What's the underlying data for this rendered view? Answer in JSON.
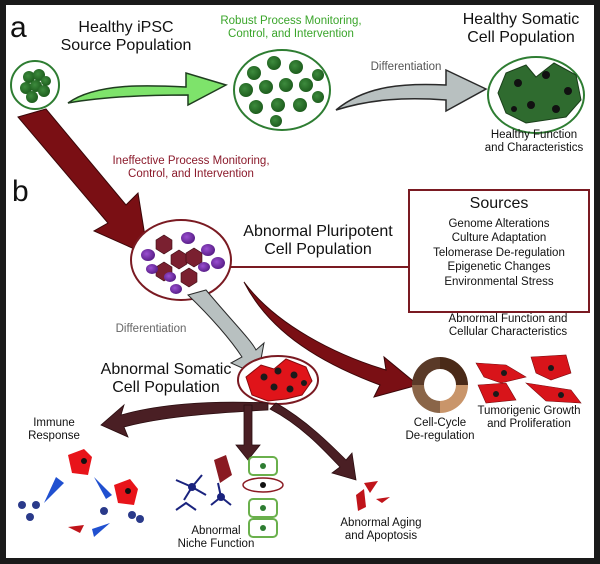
{
  "panels": {
    "a": "a",
    "b": "b"
  },
  "panel_a": {
    "source_title": [
      "Healthy iPSC",
      "Source Population"
    ],
    "robust_label": [
      "Robust Process Monitoring,",
      "Control, and Intervention"
    ],
    "differentiation_label": "Differentiation",
    "healthy_somatic_title": [
      "Healthy Somatic",
      "Cell Population"
    ],
    "healthy_function": [
      "Healthy Function",
      "and Characteristics"
    ]
  },
  "panel_b": {
    "ineffective_label": [
      "Ineffective Process Monitoring,",
      "Control, and Intervention"
    ],
    "abnormal_pluripotent_title": [
      "Abnormal Pluripotent",
      "Cell Population"
    ],
    "sources": {
      "title": "Sources",
      "items": [
        "Genome Alterations",
        "Culture Adaptation",
        "Telomerase De-regulation",
        "Epigenetic Changes",
        "Environmental Stress"
      ]
    },
    "differentiation_label": "Differentiation",
    "abnormal_function": [
      "Abnormal Function and",
      "Cellular Characteristics"
    ],
    "abnormal_somatic_title": [
      "Abnormal Somatic",
      "Cell Population"
    ],
    "outcomes": {
      "immune": [
        "Immune",
        "Response"
      ],
      "niche": [
        "Abnormal",
        "Niche Function"
      ],
      "aging": [
        "Abnormal Aging",
        "and Apoptosis"
      ],
      "cell_cycle": [
        "Cell-Cycle",
        "De-regulation"
      ],
      "tumorigenic": [
        "Tumorigenic Growth",
        "and Proliferation"
      ]
    }
  },
  "colors": {
    "healthy_green": "#2e7d32",
    "healthy_arrow": "#7ee36b",
    "robust_text": "#3aa52a",
    "abnormal_red": "#7a0f14",
    "ineffective_text": "#8b1a2b",
    "gray_arrow": "#b8c0c0",
    "dark_branch": "#4a1f24",
    "tumor_red": "#d8141a"
  }
}
